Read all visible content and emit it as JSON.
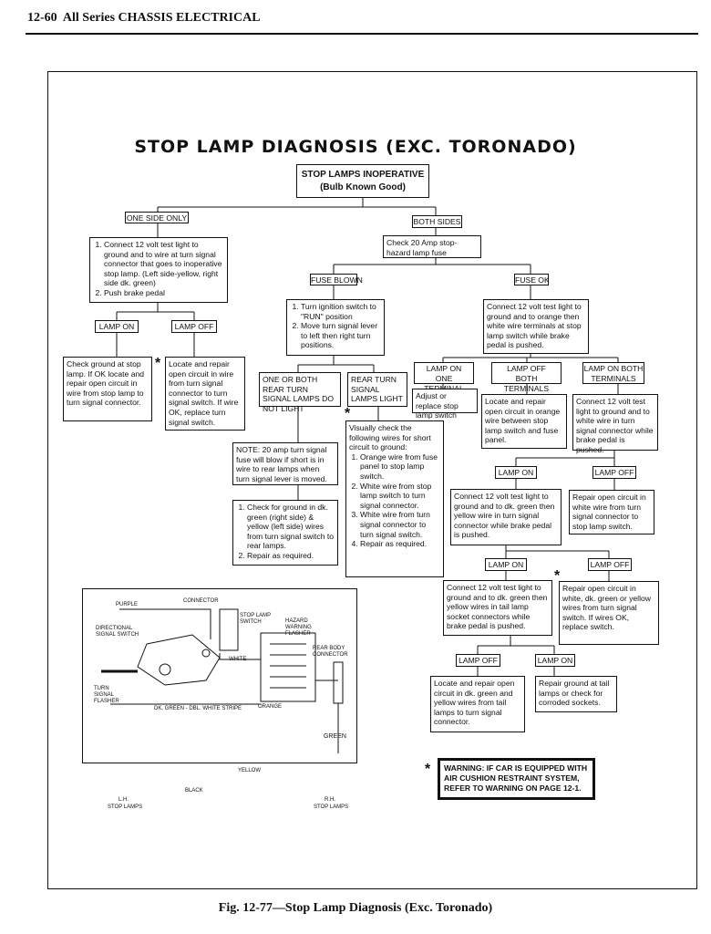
{
  "header": {
    "page": "12-60",
    "section": "All Series CHASSIS ELECTRICAL"
  },
  "title": "STOP LAMP DIAGNOSIS (EXC. TORONADO)",
  "start": {
    "line1": "STOP LAMPS INOPERATIVE",
    "line2": "(Bulb Known Good)"
  },
  "labels": {
    "one_side_only": "ONE SIDE ONLY",
    "both_sides": "BOTH SIDES",
    "fuse_blown": "FUSE BLOWN",
    "fuse_ok": "FUSE OK",
    "lamp_on_l": "LAMP ON",
    "lamp_off_l": "LAMP OFF",
    "lamp_on_one": "LAMP ON\nONE TERMINAL",
    "lamp_off_both": "LAMP OFF\nBOTH TERMINALS",
    "lamp_on_both": "LAMP ON BOTH\nTERMINALS",
    "lamp_on_r1": "LAMP ON",
    "lamp_off_r1": "LAMP OFF",
    "lamp_on_r2": "LAMP ON",
    "lamp_off_r2": "LAMP OFF",
    "lamp_off_r3": "LAMP OFF",
    "lamp_on_r3": "LAMP ON"
  },
  "boxes": {
    "check_fuse": "Check 20 Amp stop-hazard lamp fuse",
    "one_side_steps": [
      "Connect 12 volt test light to ground and to wire at turn signal connector that goes to inoperative stop lamp. (Left side-yellow, right side dk. green)",
      "Push brake pedal"
    ],
    "blown_steps": [
      "Turn ignition switch to \"RUN\" position",
      "Move turn signal lever to left then right turn positions."
    ],
    "fuse_ok_text": "Connect 12 volt test light to ground and to orange then white wire terminals at stop lamp switch while brake pedal is pushed.",
    "check_ground": "Check ground at stop lamp. If OK locate and repair open circuit in wire from stop lamp to turn signal connector.",
    "locate_repair_l": "Locate and repair open circuit in wire from turn signal connector to turn signal switch. If wire OK, replace turn signal switch.",
    "one_or_both": "ONE OR BOTH REAR TURN SIGNAL LAMPS DO NOT LIGHT",
    "rear_turn": "REAR TURN SIGNAL LAMPS LIGHT",
    "note": "NOTE: 20 amp turn signal fuse will blow if short is in wire to rear lamps when turn signal lever is moved.",
    "visually_intro": "Visually check the following wires for short circuit to ground:",
    "visually_steps": [
      "Orange wire from fuse panel to stop lamp switch.",
      "White wire from stop lamp switch to turn signal connector.",
      "White wire from turn signal connector to turn signal switch.",
      "Repair as required."
    ],
    "ground_steps": [
      "Check for ground in dk. green (right side) & yellow (left side) wires from turn signal switch to rear lamps.",
      "Repair as required."
    ],
    "adjust": "Adjust or replace stop lamp switch",
    "locate_orange": "Locate and repair open circuit in orange wire between stop lamp switch and fuse panel.",
    "connect_white": "Connect 12 volt test light to ground and to white wire in turn signal connector while brake pedal is pushed.",
    "connect_green": "Connect 12 volt test light to ground and to dk. green then yellow wire in turn signal connector while brake pedal is pushed.",
    "repair_white": "Repair open circuit in white wire from turn signal connector to stop lamp switch.",
    "connect_tail": "Connect 12 volt test light to ground and to dk. green then yellow wires in tail lamp socket connectors while brake pedal is pushed.",
    "repair_open": "Repair open circuit in white, dk. green or yellow wires from turn signal switch. If wires OK, replace switch.",
    "locate_tail": "Locate and repair open circuit in dk. green and yellow wires from tail lamps to turn signal connector.",
    "repair_ground": "Repair ground at tail lamps or check for corroded sockets."
  },
  "warning": "WARNING: IF CAR IS EQUIPPED WITH AIR CUSHION RESTRAINT SYSTEM, REFER TO WARNING ON PAGE 12-1.",
  "star": "*",
  "wiring": {
    "purple": "PURPLE",
    "connector": "CONNECTOR",
    "stop_lamp_switch": "STOP LAMP SWITCH",
    "hazard": "HAZARD WARNING FLASHER",
    "directional": "DIRECTIONAL SIGNAL SWITCH",
    "white": "WHITE",
    "rear_body": "REAR BODY CONNECTOR",
    "turn_flasher": "TURN SIGNAL FLASHER",
    "dk_green": "DK. GREEN - DBL. WHITE STRIPE",
    "orange": "ORANGE",
    "green": "GREEN",
    "yellow": "YELLOW",
    "black": "BLACK",
    "lh": "L.H.",
    "lh_stop": "STOP LAMPS",
    "rh": "R.H.",
    "rh_stop": "STOP LAMPS"
  },
  "caption": "Fig. 12-77—Stop Lamp Diagnosis (Exc. Toronado)"
}
